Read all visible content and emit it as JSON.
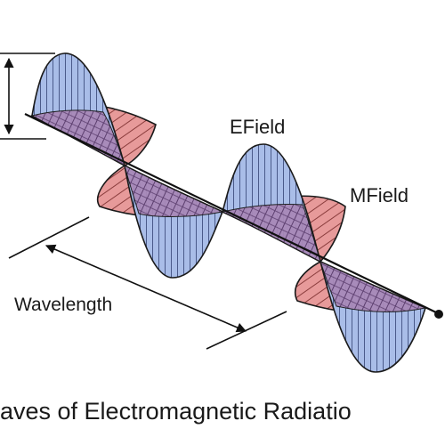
{
  "labels": {
    "e_field": "EField",
    "m_field": "MField",
    "wavelength": "Wavelength",
    "caption": "aves of Electromagnetic Radiatio"
  },
  "colors": {
    "e_fill": "#a9bde8",
    "e_hatch": "#4a5a8a",
    "m_fill": "#e79a9a",
    "m_hatch": "#8a3c3c",
    "overlap_fill": "#a889b8",
    "axis": "#111111",
    "outline": "#1a1a1a"
  }
}
